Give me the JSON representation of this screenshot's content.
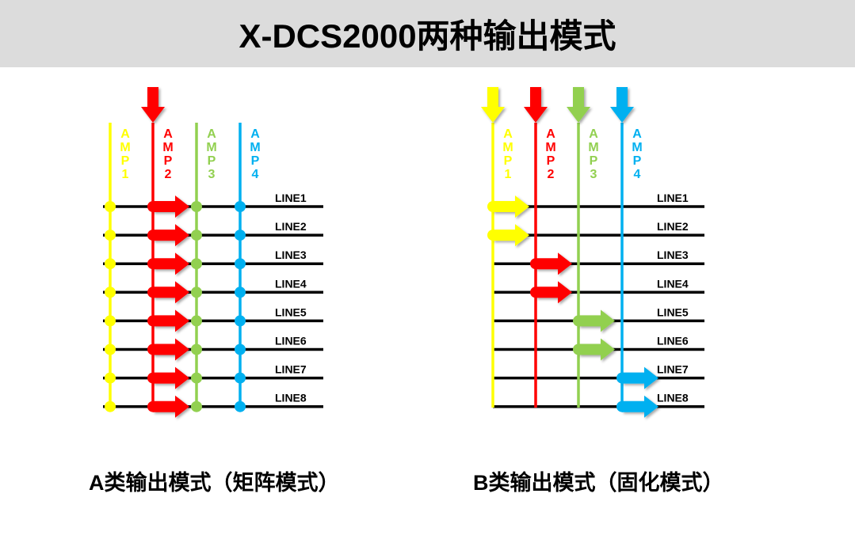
{
  "title": "X-DCS2000两种输出模式",
  "colors": {
    "amp1": "#ffff00",
    "amp2": "#ff0000",
    "amp3": "#92d050",
    "amp4": "#00b0f0",
    "line": "#000000"
  },
  "diagrams": [
    {
      "caption": "A类输出模式（矩阵模式）",
      "amps": [
        [
          "A",
          "M",
          "P",
          "1"
        ],
        [
          "A",
          "M",
          "P",
          "2"
        ],
        [
          "A",
          "M",
          "P",
          "3"
        ],
        [
          "A",
          "M",
          "P",
          "4"
        ]
      ],
      "input_arrows": [
        2
      ],
      "lines": [
        "LINE1",
        "LINE2",
        "LINE3",
        "LINE4",
        "LINE5",
        "LINE6",
        "LINE7",
        "LINE8"
      ],
      "mode": "matrix",
      "routing": [
        2,
        2,
        2,
        2,
        2,
        2,
        2,
        2
      ]
    },
    {
      "caption": "B类输出模式（固化模式）",
      "amps": [
        [
          "A",
          "M",
          "P",
          "1"
        ],
        [
          "A",
          "M",
          "P",
          "2"
        ],
        [
          "A",
          "M",
          "P",
          "3"
        ],
        [
          "A",
          "M",
          "P",
          "4"
        ]
      ],
      "input_arrows": [
        1,
        2,
        3,
        4
      ],
      "lines": [
        "LINE1",
        "LINE2",
        "LINE3",
        "LINE4",
        "LINE5",
        "LINE6",
        "LINE7",
        "LINE8"
      ],
      "mode": "fixed",
      "routing": [
        1,
        1,
        2,
        2,
        3,
        3,
        4,
        4
      ]
    }
  ]
}
